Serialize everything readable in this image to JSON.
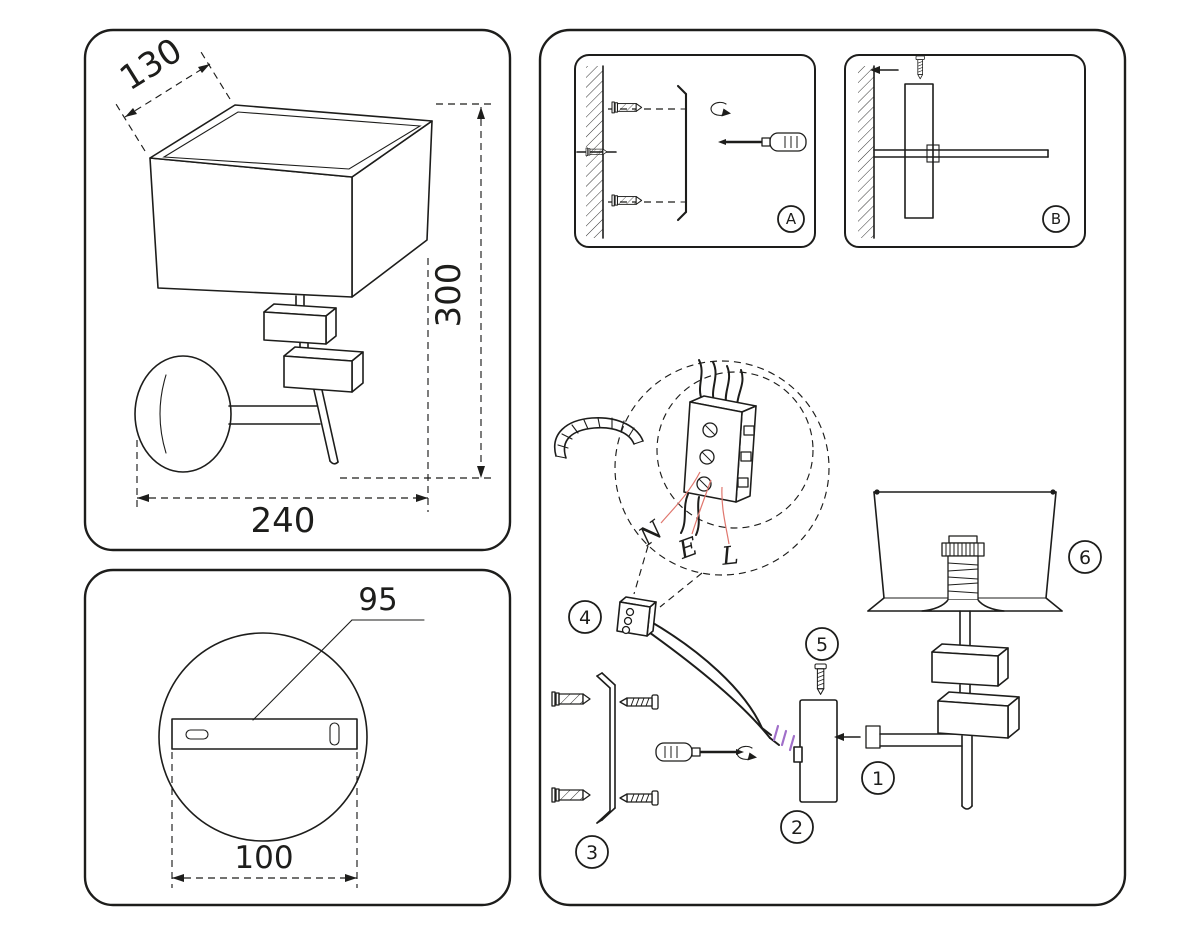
{
  "dimensions_panel": {
    "shade_depth": "130",
    "fixture_height": "300",
    "fixture_width": "240"
  },
  "plate_panel": {
    "bracket_dim": "95",
    "base_dim": "100"
  },
  "assembly_panel": {
    "inset_a": "A",
    "inset_b": "B",
    "wires": {
      "n": "N",
      "e": "E",
      "l": "L"
    },
    "steps": {
      "s1": "1",
      "s2": "2",
      "s3": "3",
      "s4": "4",
      "s5": "5",
      "s6": "6"
    }
  },
  "colors": {
    "line": "#1d1d1b",
    "leader_red": "#e0776e",
    "wire_purple": "#a06fc9"
  }
}
